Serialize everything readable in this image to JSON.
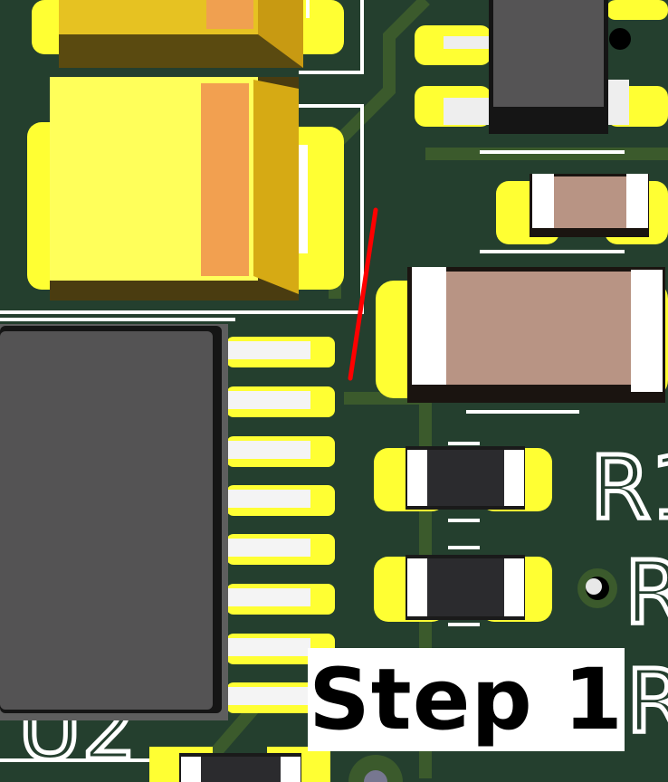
{
  "label": {
    "text": "Step 1"
  },
  "silkscreen": {
    "ref1": "R1",
    "ref2": "R",
    "ref3": "R",
    "ref4": "U2"
  },
  "colors": {
    "board": "#243f2e",
    "pad": "#ffff33",
    "annotation_line": "#ff0000",
    "ic_body": "#545354",
    "resistor_brown": "#b89484"
  }
}
